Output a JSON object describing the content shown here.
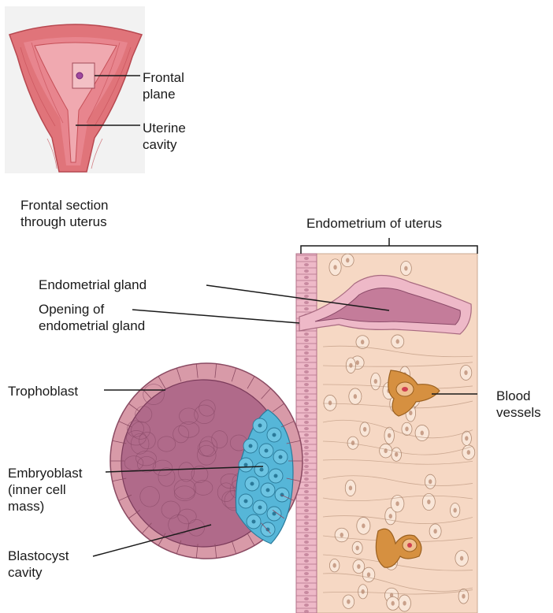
{
  "labels": {
    "frontal_plane": "Frontal\nplane",
    "uterine_cavity": "Uterine\ncavity",
    "frontal_section": "Frontal section\nthrough uterus",
    "endometrium": "Endometrium of uterus",
    "endometrial_gland": "Endometrial gland",
    "opening_gland": "Opening of\nendometrial gland",
    "trophoblast": "Trophoblast",
    "blood_vessels": "Blood\nvessels",
    "embryoblast": "Embryoblast\n(inner cell\nmass)",
    "blastocyst_cavity": "Blastocyst\ncavity"
  },
  "colors": {
    "muscle": "#e0747a",
    "muscle_dark": "#c65058",
    "uterine_lining": "#f0a9b0",
    "endometrium_bg": "#f6d8c4",
    "epithelium": "#eeb9c8",
    "blastocyst_wall": "#d89aa8",
    "blastocyst_cavity": "#b06a8a",
    "embryoblast": "#56b6d8",
    "vessel": "#d69040"
  }
}
